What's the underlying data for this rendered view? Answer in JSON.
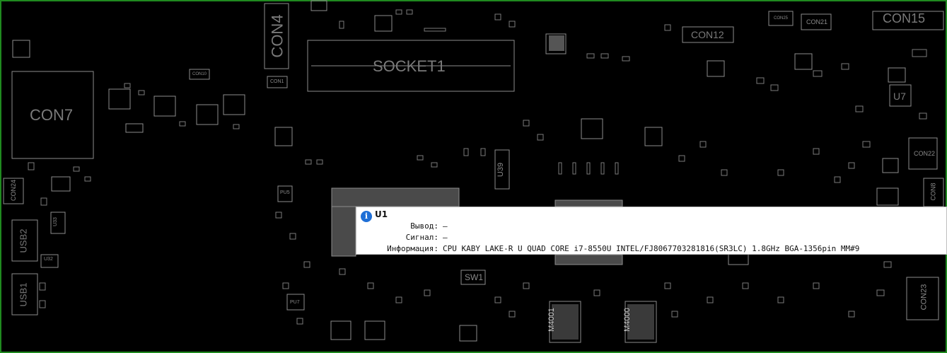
{
  "board": {
    "labels": {
      "con7": "CON7",
      "con4": "CON4",
      "socket1": "SOCKET1",
      "con12": "CON12",
      "con15": "CON15",
      "con21": "CON21",
      "con22": "CON22",
      "con23": "CON23",
      "con24": "CON24",
      "con1": "CON1",
      "con8": "CON8",
      "con10": "CON10",
      "con25": "CON25",
      "usb1": "USB1",
      "usb2": "USB2",
      "u7": "U7",
      "u39": "U39",
      "u32": "U32",
      "u33": "U33",
      "sw1": "SW1",
      "m4000": "M4000",
      "m4001": "M4001",
      "pu5": "PU5",
      "pu7": "PU7"
    }
  },
  "tooltip": {
    "title": "U1",
    "icon": "info-icon",
    "rows": [
      {
        "key": "Вывод:",
        "value": "—"
      },
      {
        "key": "Сигнал:",
        "value": "—"
      },
      {
        "key": "Информация:",
        "value": "CPU KABY LAKE-R U QUAD CORE i7-8550U INTEL/FJ8067703281816(SR3LC) 1.8GHz BGA-1356pin MM#9"
      }
    ]
  },
  "colors": {
    "background": "#000000",
    "border": "#1f8a1f",
    "outline": "#8c8c8c",
    "tooltip_bg": "#ffffff",
    "info_blue": "#1f6fd6"
  }
}
